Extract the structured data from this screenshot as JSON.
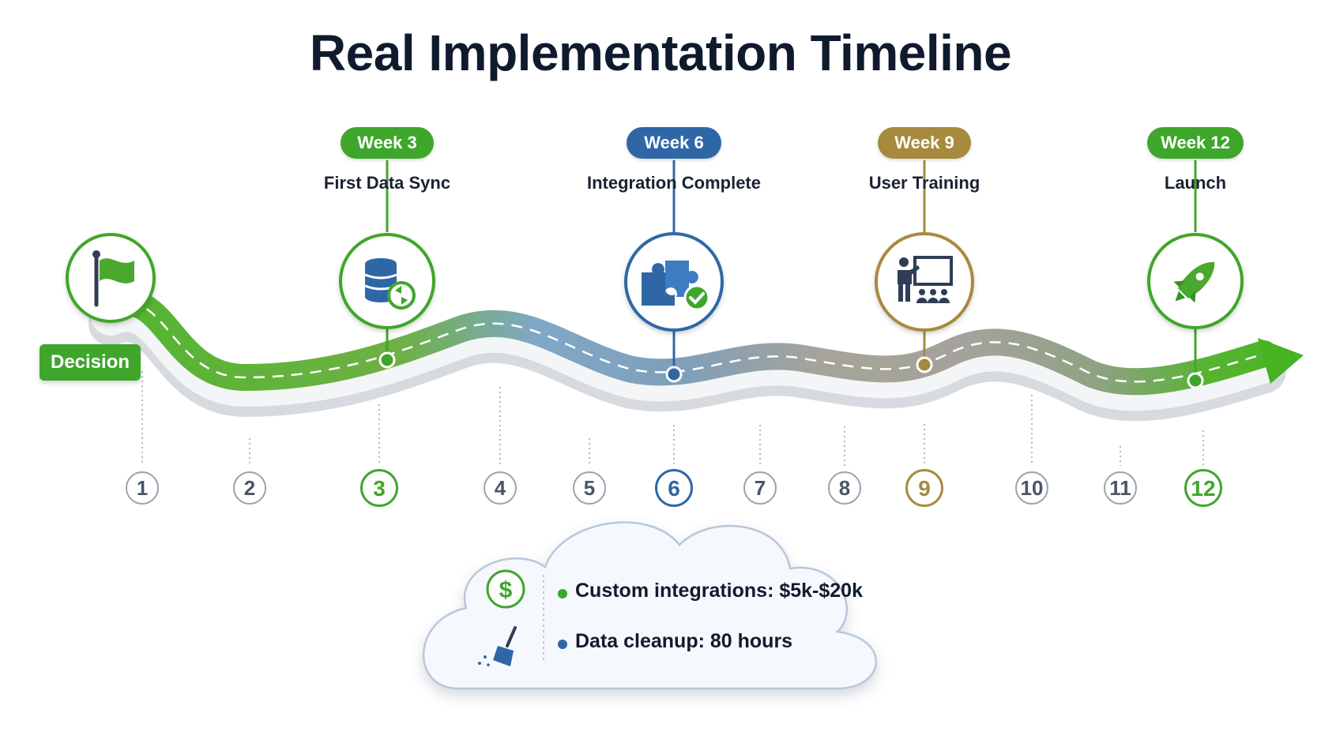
{
  "title": "Real Implementation Timeline",
  "start": {
    "label": "Decision",
    "icon": "flag-icon",
    "color": "#3fa62c"
  },
  "milestones": [
    {
      "week_label": "Week 3",
      "label": "First Data Sync",
      "icon": "database-sync-icon",
      "color": "#3fa62c"
    },
    {
      "week_label": "Week 6",
      "label": "Integration Complete",
      "icon": "puzzle-check-icon",
      "color": "#2f67a6"
    },
    {
      "week_label": "Week 9",
      "label": "User Training",
      "icon": "presentation-icon",
      "color": "#a88a3e"
    },
    {
      "week_label": "Week 12",
      "label": "Launch",
      "icon": "rocket-icon",
      "color": "#3fa62c"
    }
  ],
  "weeks": [
    "1",
    "2",
    "3",
    "4",
    "5",
    "6",
    "7",
    "8",
    "9",
    "10",
    "11",
    "12"
  ],
  "cost_notes": [
    {
      "text": "Custom integrations: $5k-$20k",
      "icon": "dollar-icon",
      "bullet_color": "#3fa62c"
    },
    {
      "text": "Data cleanup: 80 hours",
      "icon": "broom-icon",
      "bullet_color": "#2f67a6"
    }
  ]
}
